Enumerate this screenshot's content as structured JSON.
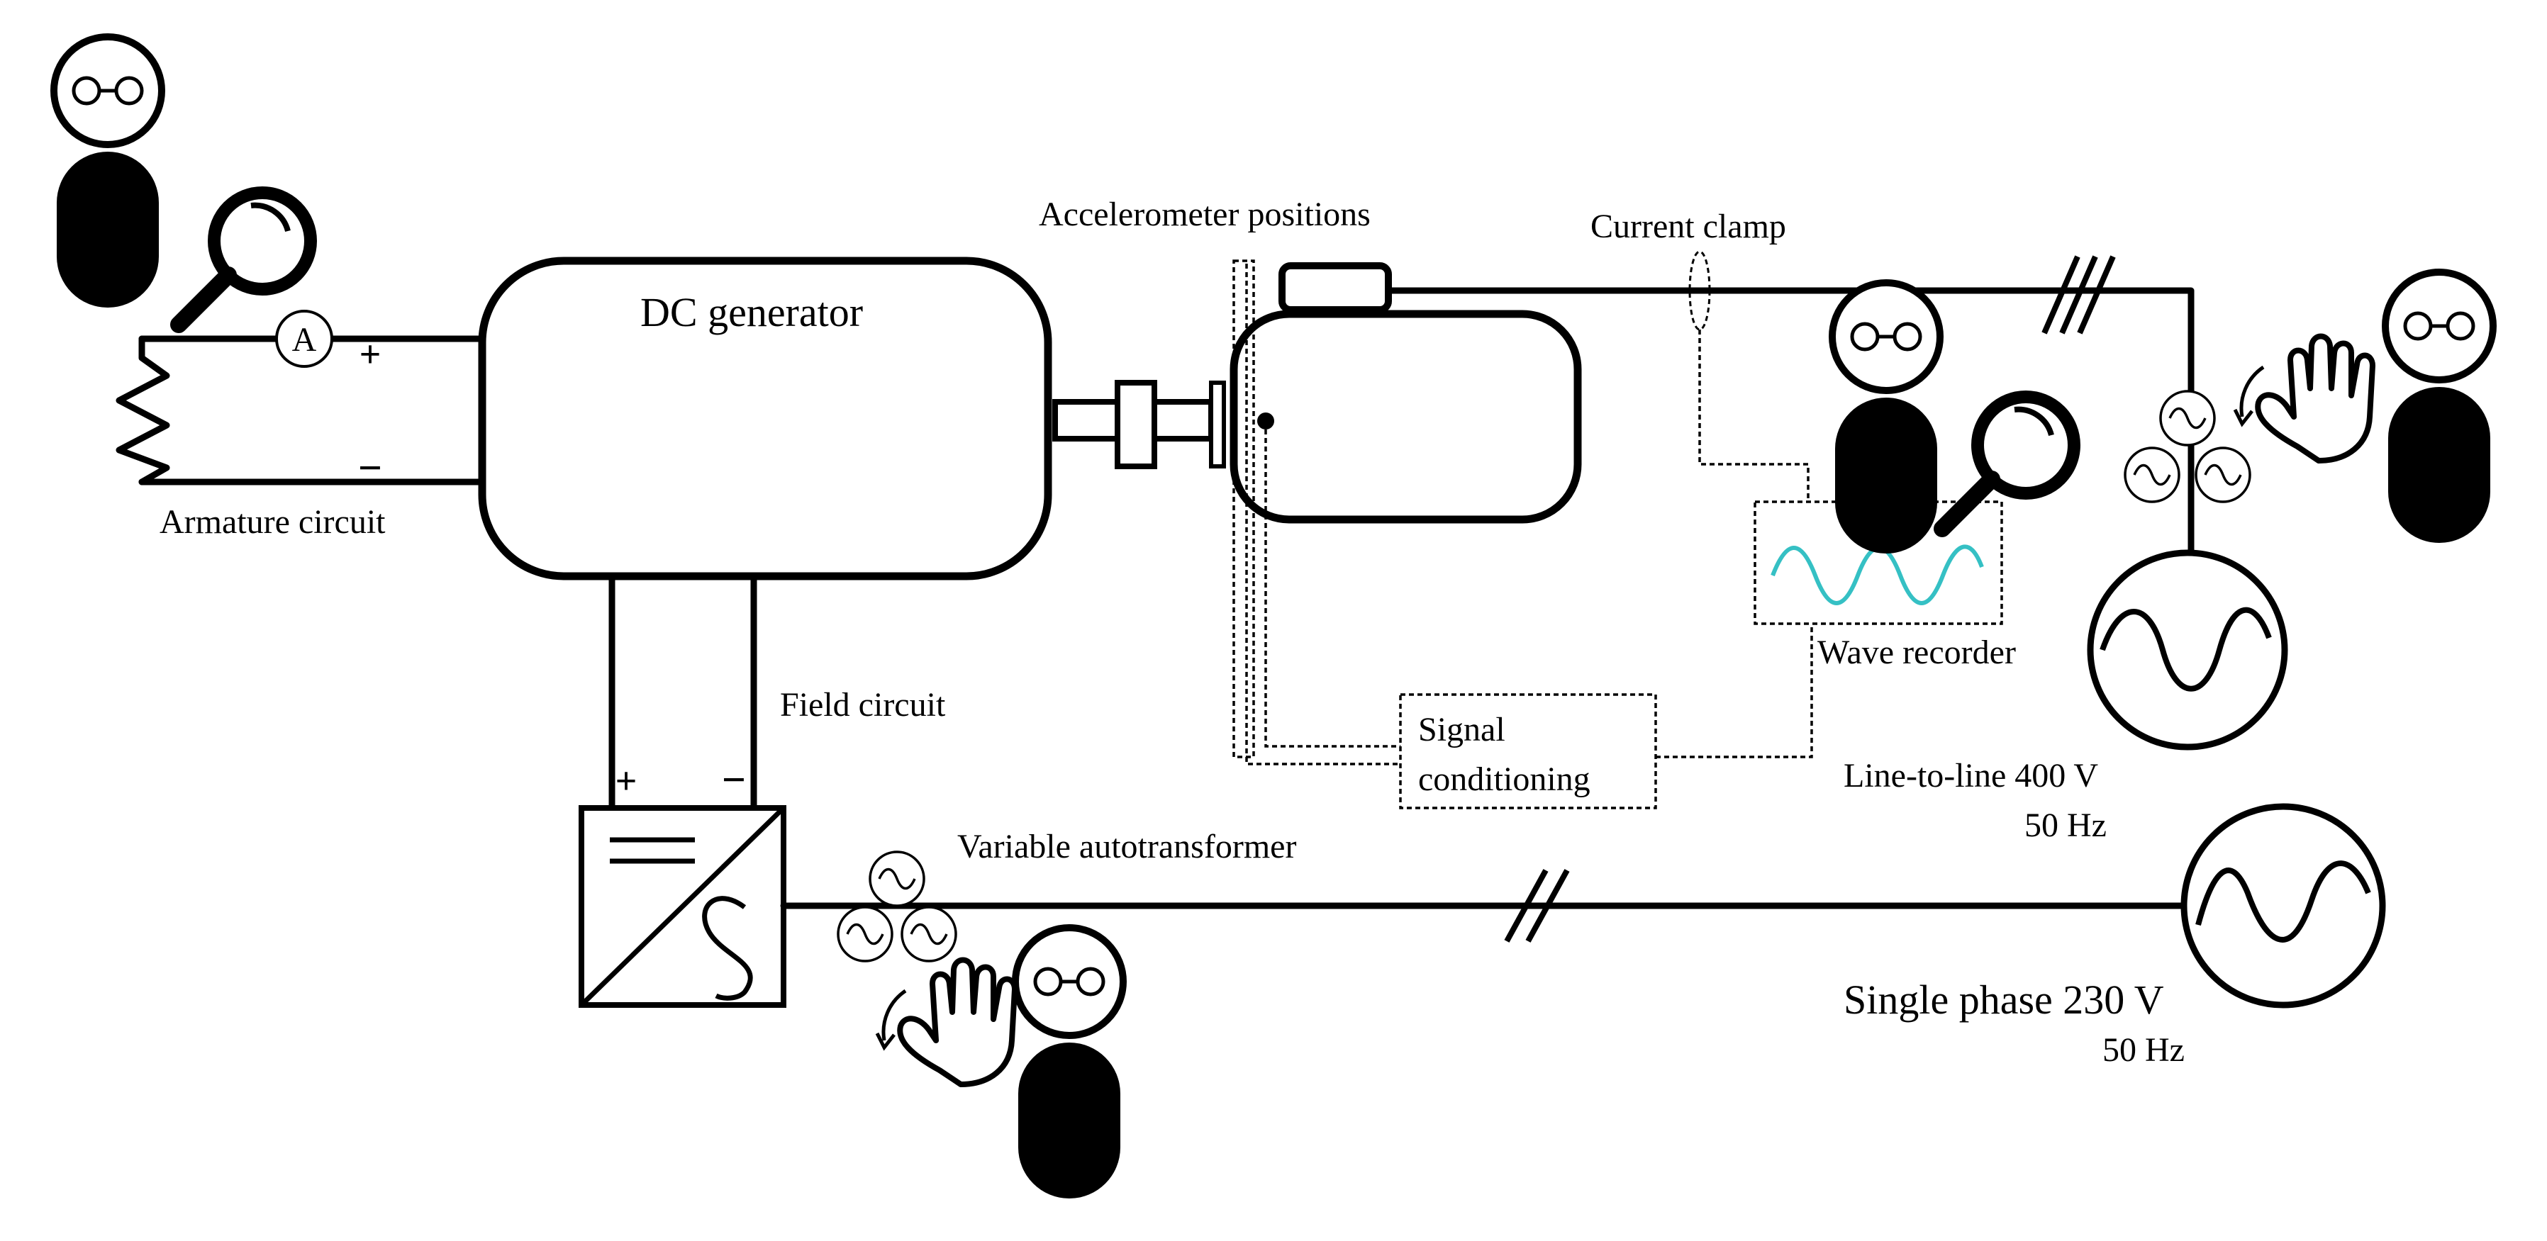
{
  "labels": {
    "dc_generator": "DC generator",
    "armature_circuit": "Armature circuit",
    "field_circuit": "Field circuit",
    "accelerometer_positions": "Accelerometer positions",
    "current_clamp": "Current clamp",
    "wave_recorder": "Wave recorder",
    "signal_conditioning_line1": "Signal",
    "signal_conditioning_line2": "conditioning",
    "variable_autotransformer": "Variable autotransformer",
    "three_phase_line1": "Line-to-line 400 V",
    "three_phase_line2": "50 Hz",
    "single_phase_line1": "Single phase 230 V",
    "single_phase_line2": "50 Hz",
    "ammeter_symbol": "A",
    "armature_plus": "+",
    "armature_minus": "−",
    "field_plus": "+",
    "field_minus": "−"
  },
  "icons": [
    "operator-icon",
    "magnifier-icon",
    "hand-rotate-icon",
    "ammeter-icon",
    "resistor-icon",
    "ac-source-icon",
    "three-phase-icon",
    "rectifier-icon"
  ],
  "colors": {
    "line": "#000000",
    "waveform": "#35c0c4",
    "background": "#ffffff"
  }
}
